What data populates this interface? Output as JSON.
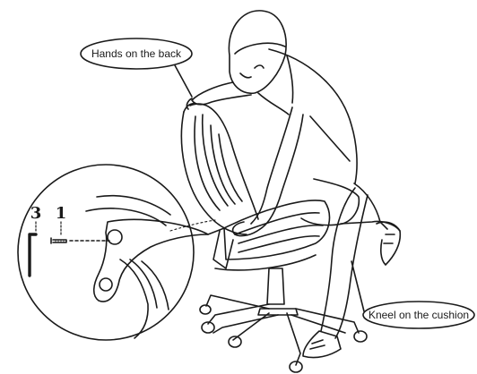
{
  "callouts": {
    "hands_on_back": "Hands on the back",
    "kneel_on_cushion": "Kneel on the cushion"
  },
  "detail": {
    "label_3": "3",
    "label_1": "1"
  },
  "colors": {
    "line": "#1a1a1a",
    "background": "#ffffff"
  }
}
